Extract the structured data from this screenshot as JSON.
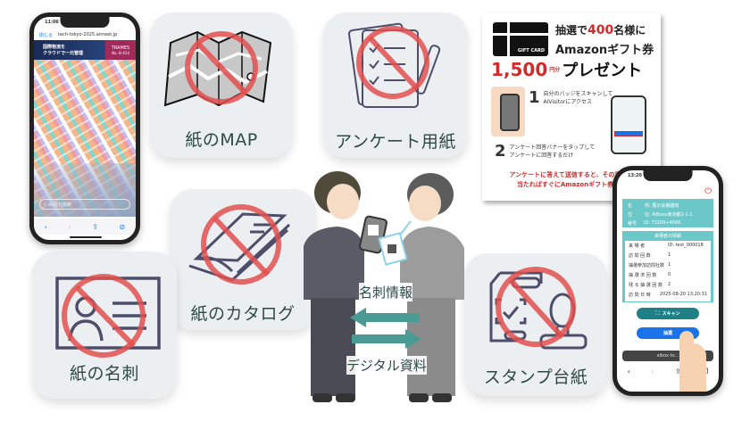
{
  "cards": {
    "paper_map": {
      "label": "紙のMAP",
      "icon": "folded-map-icon"
    },
    "survey_paper": {
      "label": "アンケート用紙",
      "icon": "checklist-icon"
    },
    "paper_catalog": {
      "label": "紙のカタログ",
      "icon": "catalog-icon"
    },
    "paper_business_card": {
      "label": "紙の名刺",
      "icon": "business-card-icon"
    },
    "stamp_card": {
      "label": "スタンプ台紙",
      "icon": "stamp-icon"
    }
  },
  "exchange": {
    "top_label": "名刺情報",
    "bottom_label": "デジタル資料",
    "arrow_color": "#4a9a94"
  },
  "map_phone": {
    "time": "11:06",
    "close": "閉じる",
    "url": "tech-tokyo-2025.aimeet.jp",
    "banner_text": "国際物流を\nクラウドで一元管理",
    "banner_brand": "TRAMES",
    "banner_booth": "No. B-414",
    "search_placeholder": "出展社検索"
  },
  "flyer": {
    "gift_card": "GIFT CARD",
    "headline_1a": "抽選で",
    "headline_1b": "400",
    "headline_1c": "名様に",
    "headline_2": "Amazonギフト券",
    "amount": "1,500",
    "amount_unit": "円分",
    "present": "プレゼント",
    "step1_num": "1",
    "step1_text": "自分のバッジをスキャンして\nAIVisitorにアクセス",
    "step2_num": "2",
    "step2_text": "アンケート回答バナーをタップして\nアンケートに回答するだけ",
    "footer_1": "アンケートに答えて送信すると、その場でデ",
    "footer_2": "当たればすぐにAmazonギフト券が届"
  },
  "lottery_phone": {
    "time": "13:20",
    "info_rows": [
      {
        "k": "名",
        "v": "例: 展示会機器商"
      },
      {
        "k": "住",
        "v": "住: AiBoox東京都2-1-1"
      },
      {
        "k": "番号",
        "v": "ID: T3209+4666"
      }
    ],
    "visitor_title": "来場者の情報",
    "visitor_rows": [
      {
        "k": "来 場 者",
        "v": "ID: test_000018"
      },
      {
        "k": "訪 問 回 数",
        "v": "1"
      },
      {
        "k": "抽選参加訪問社数",
        "v": "1"
      },
      {
        "k": "抽 選 済 回 数",
        "v": "0"
      },
      {
        "k": "残 る 抽 選 回 数",
        "v": "2"
      },
      {
        "k": "訪 問 日 時",
        "v": "2025-08-20 13:20:31"
      }
    ],
    "scan_button": "スキャン",
    "lottery_button": "抽選",
    "url": "aibox-te..."
  },
  "colors": {
    "card_bg": "#eceff2",
    "prohibit_red": "#e2504f",
    "icon_stroke": "#4d4e6b",
    "teal": "#6cc7c9",
    "scan_teal": "#1f7f86",
    "lottery_blue": "#1a73e8",
    "flyer_red": "#d22b2b"
  }
}
